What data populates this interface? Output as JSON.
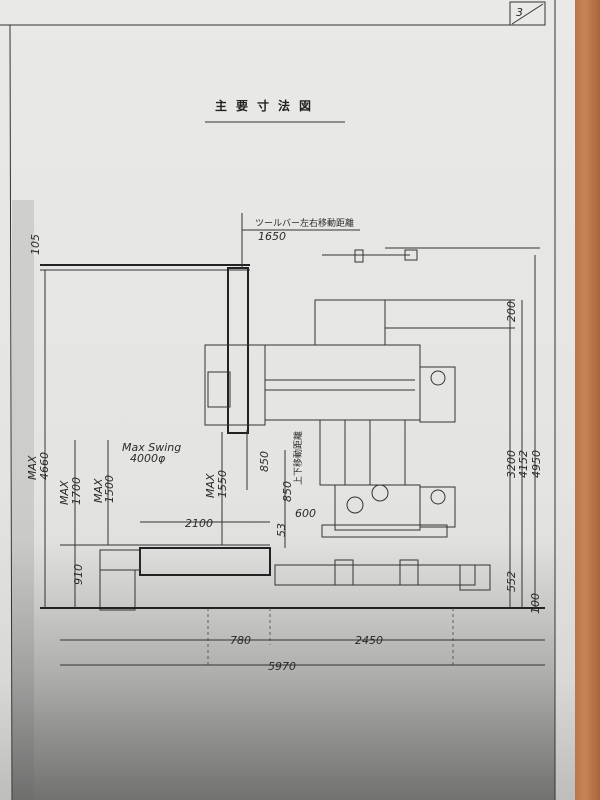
{
  "page": {
    "number": "3",
    "title": "主要寸法図"
  },
  "dimensions": {
    "toolbar_travel_label": "ツールバー左右移動距離",
    "toolbar_travel": "1650",
    "top_offset": "105",
    "max_height_label": "MAX",
    "max_height": "4660",
    "max_swing_label": "Max Swing",
    "max_swing": "4000φ",
    "max_1700_label": "MAX",
    "max_1700": "1700",
    "max_1500_label": "MAX",
    "max_1500": "1500",
    "max_1550_label": "MAX",
    "max_1550": "1550",
    "saddle_850": "850",
    "vertical_travel": "850",
    "vertical_travel_label": "上下移動距離",
    "dim_600": "600",
    "dim_53": "53",
    "table_dia": "2100",
    "dim_910": "910",
    "dim_780": "780",
    "dim_2450": "2450",
    "overall_length": "5970",
    "dim_200": "200",
    "dim_3200": "3200",
    "dim_4152": "4152",
    "overall_height": "4950",
    "dim_552": "552",
    "dim_100": "100"
  }
}
